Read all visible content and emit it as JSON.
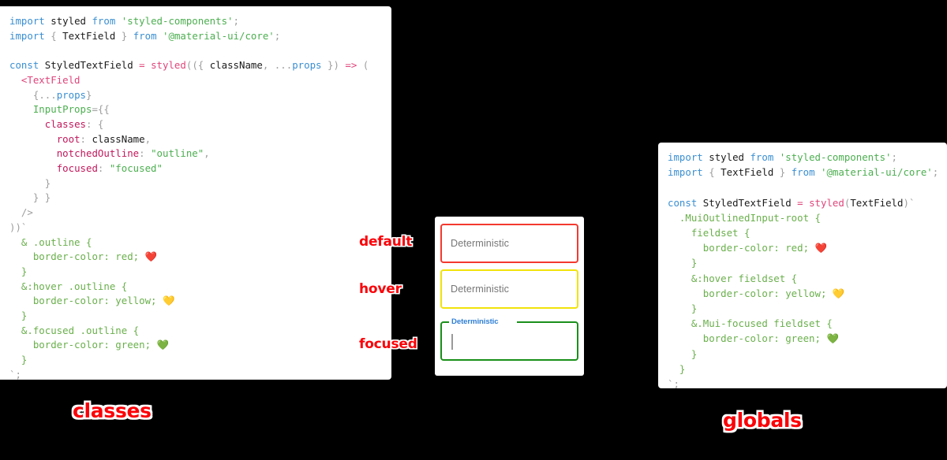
{
  "background_color": "#000000",
  "accent_color": "#fb0007",
  "panels": {
    "left": {
      "caption": "classes",
      "code_lines": [
        "import styled from 'styled-components';",
        "import { TextField } from '@material-ui/core';",
        "",
        "const StyledTextField = styled(({ className, ...props }) => (",
        "  <TextField",
        "    {...props}",
        "    InputProps={{",
        "      classes: {",
        "        root: className,",
        "        notchedOutline: \"outline\",",
        "        focused: \"focused\"",
        "      }",
        "    } }",
        "  />",
        "))`",
        "  & .outline {",
        "    border-color: red; ❤️",
        "  }",
        "  &:hover .outline {",
        "    border-color: yellow; 💛",
        "  }",
        "  &.focused .outline {",
        "    border-color: green; 💚",
        "  }",
        "`;"
      ]
    },
    "right": {
      "caption": "globals",
      "code_lines": [
        "import styled from 'styled-components';",
        "import { TextField } from '@material-ui/core';",
        "",
        "const StyledTextField = styled(TextField)`",
        "  .MuiOutlinedInput-root {",
        "    fieldset {",
        "      border-color: red; ❤️",
        "    }",
        "    &:hover fieldset {",
        "      border-color: yellow; 💛",
        "    }",
        "    &.Mui-focused fieldset {",
        "      border-color: green; 💚",
        "    }",
        "  }",
        "`;"
      ]
    }
  },
  "demo": {
    "annotations": {
      "default": "default",
      "hover": "hover",
      "focused": "focused"
    },
    "fields": [
      {
        "state": "default",
        "placeholder": "Deterministic",
        "value": "",
        "border_color": "#f4392f"
      },
      {
        "state": "hover",
        "placeholder": "Deterministic",
        "value": "",
        "border_color": "#f2e30c"
      },
      {
        "state": "focused",
        "label": "Deterministic",
        "value": "",
        "border_color": "#1a8f1a",
        "label_color": "#2f7fd6"
      }
    ]
  }
}
